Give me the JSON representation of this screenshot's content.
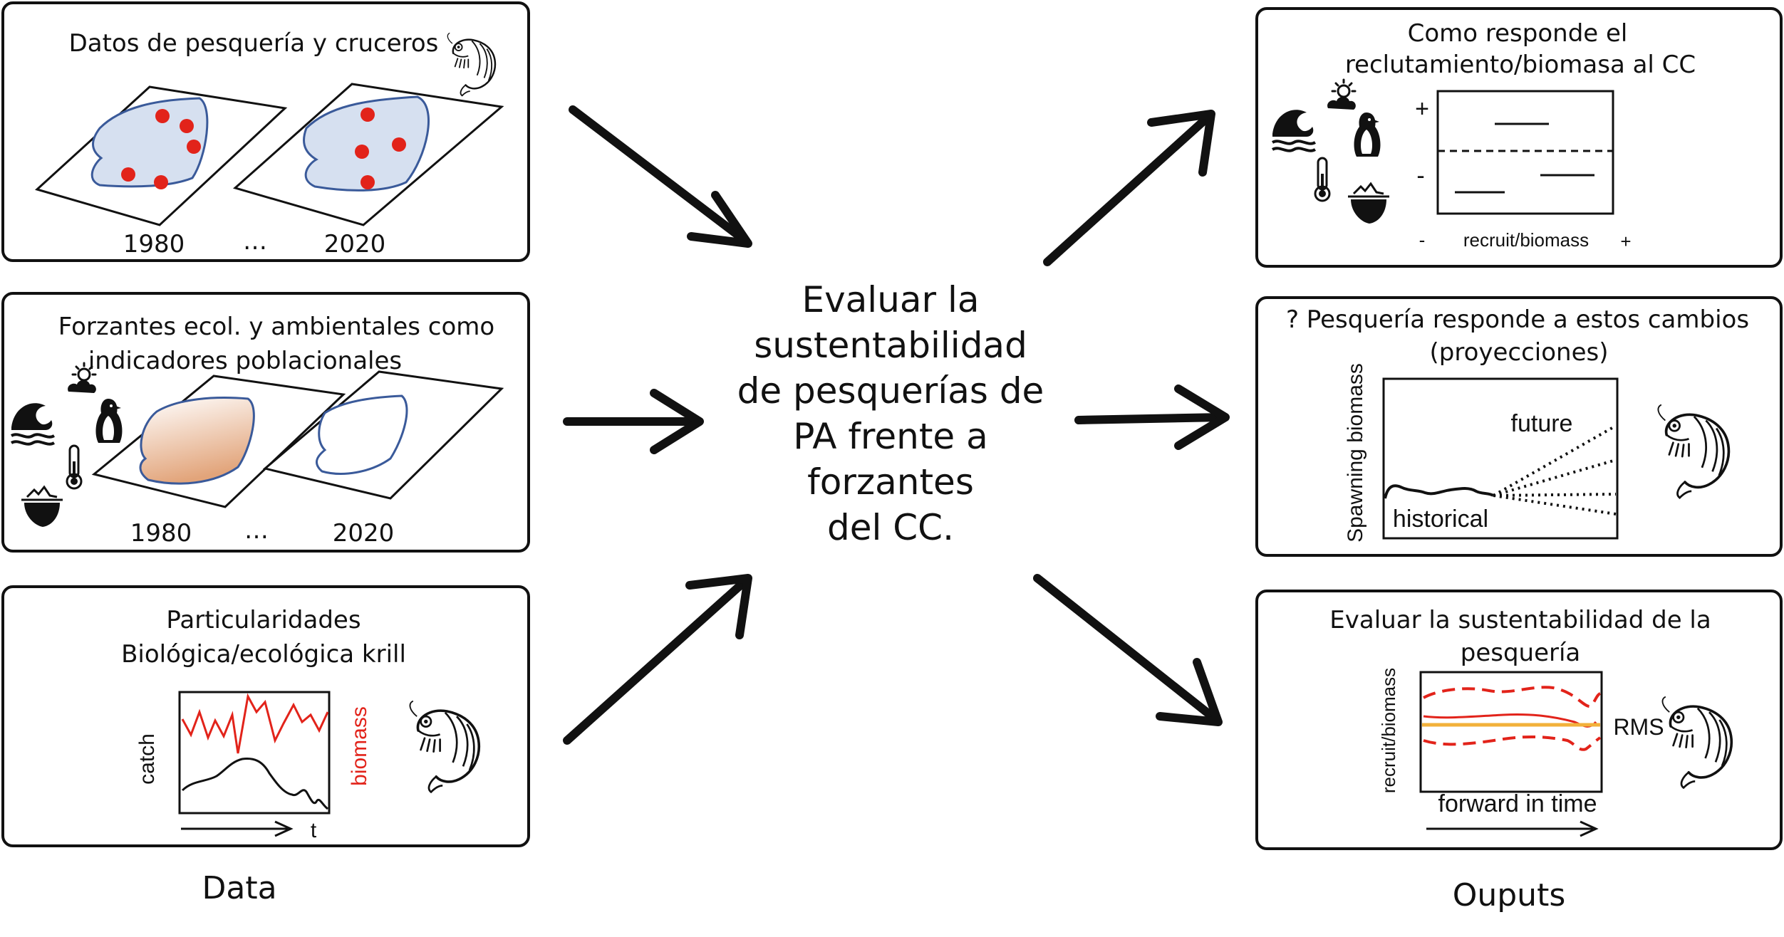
{
  "colors": {
    "line": "#111111",
    "red": "#e2231a",
    "orange": "#f2b13b",
    "polygon_fill": "#d6e0f0",
    "polygon_stroke": "#3a5a9a",
    "gradient_start": "#ffffff",
    "gradient_end": "#e2a47a"
  },
  "icons": [
    "shrimp-icon",
    "wave-icon",
    "sun-cloud-icon",
    "penguin-icon",
    "thermometer-icon",
    "iceberg-icon"
  ],
  "left": {
    "panel1": {
      "title": "Datos de pesquería y cruceros",
      "year_start": "1980",
      "ellipsis": "…",
      "year_end": "2020"
    },
    "panel2": {
      "title_line1": "Forzantes ecol. y ambientales como",
      "title_line2": "indicadores poblacionales",
      "year_start": "1980",
      "ellipsis": "…",
      "year_end": "2020"
    },
    "panel3": {
      "title_line1": "Particularidades",
      "title_line2": "Biológica/ecológica krill",
      "y_label_left": "catch",
      "y_label_right": "biomass",
      "x_label": "t"
    },
    "column_label": "Data"
  },
  "center": {
    "lines": [
      "Evaluar la",
      "sustentabilidad",
      "de pesquerías de",
      "PA frente a",
      "forzantes",
      "del CC."
    ]
  },
  "right": {
    "panel1": {
      "title_line1": "Como responde el",
      "title_line2": "reclutamiento/biomasa al CC",
      "y_plus": "+",
      "y_minus": "-",
      "x_minus": "-",
      "x_label": "recruit/biomass",
      "x_plus": "+"
    },
    "panel2": {
      "title_line1": "? Pesquería responde a estos cambios",
      "title_line2": "(proyecciones)",
      "y_label": "Spawning biomass",
      "future_label": "future",
      "historical_label": "historical"
    },
    "panel3": {
      "title_line1": "Evaluar la sustentabilidad de la",
      "title_line2": "pesquería",
      "y_label": "recruit/biomass",
      "x_label": "forward in time",
      "reference_label": "RMS"
    },
    "column_label": "Ouputs"
  }
}
